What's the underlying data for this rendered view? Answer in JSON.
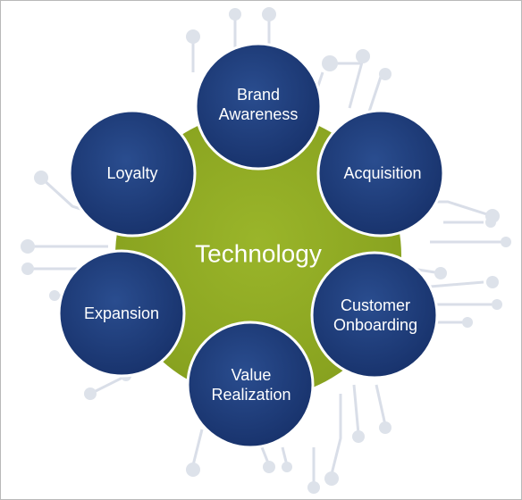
{
  "diagram": {
    "center_label": "Technology",
    "nodes": [
      {
        "key": "brand-awareness",
        "lines": [
          "Brand",
          "Awareness"
        ]
      },
      {
        "key": "acquisition",
        "lines": [
          "Acquisition"
        ]
      },
      {
        "key": "customer-onboarding",
        "lines": [
          "Customer",
          "Onboarding"
        ]
      },
      {
        "key": "value-realization",
        "lines": [
          "Value",
          "Realization"
        ]
      },
      {
        "key": "expansion",
        "lines": [
          "Expansion"
        ]
      },
      {
        "key": "loyalty",
        "lines": [
          "Loyalty"
        ]
      }
    ],
    "colors": {
      "center_fill": "#8ea822",
      "node_fill": "#1f3d7a",
      "node_fill_dark": "#163066",
      "circuit": "#d7dde7"
    }
  }
}
